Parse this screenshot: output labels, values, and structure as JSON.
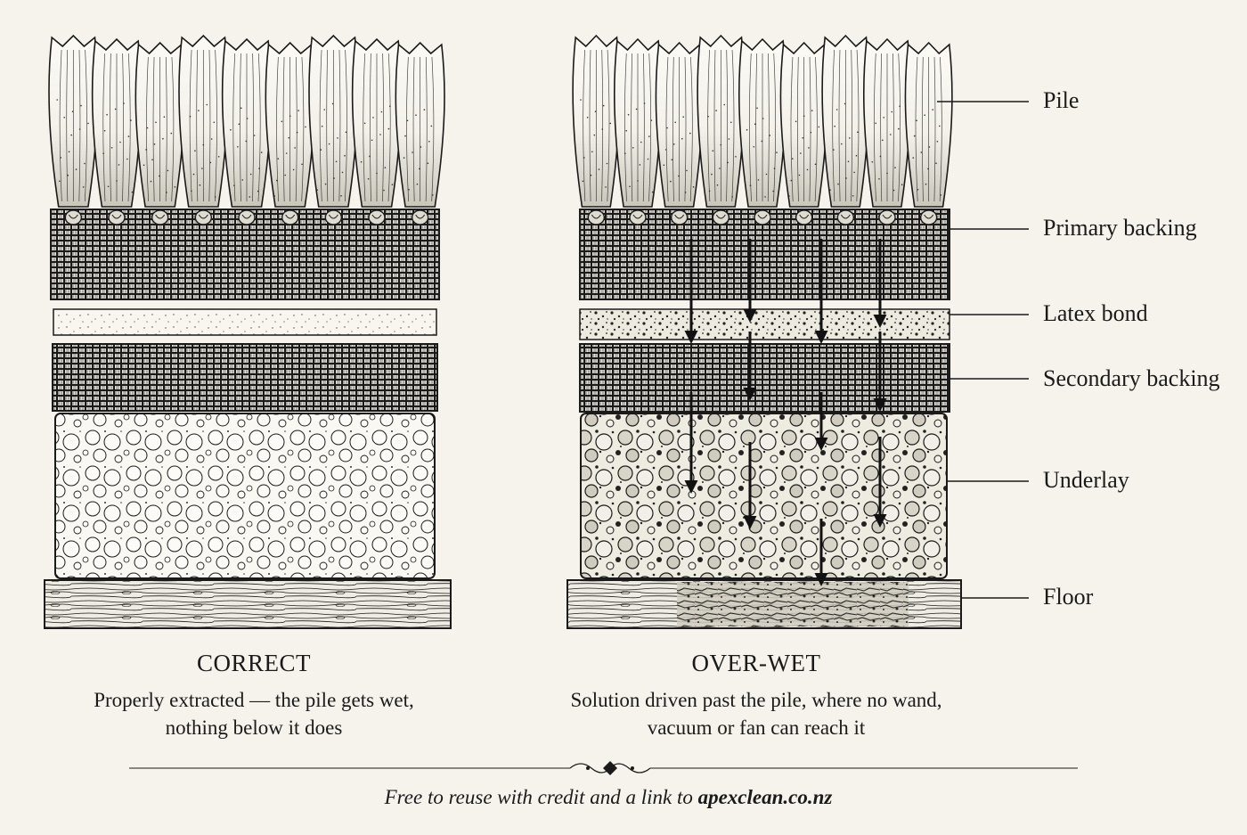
{
  "panels": [
    {
      "id": "correct",
      "title": "CORRECT",
      "description_line1": "Properly extracted — the pile gets wet,",
      "description_line2": "nothing below it does"
    },
    {
      "id": "over-wet",
      "title": "OVER-WET",
      "description_line1": "Solution driven past the pile, where no wand,",
      "description_line2": "vacuum or fan can reach it"
    }
  ],
  "layers": {
    "pile": "Pile",
    "primary_backing": "Primary backing",
    "latex_bond": "Latex bond",
    "secondary_backing": "Secondary backing",
    "underlay": "Underlay",
    "floor": "Floor"
  },
  "footer": {
    "prefix": "Free to reuse with credit and a link to ",
    "link": "apexclean.co.nz"
  },
  "colors": {
    "background": "#f5f3ec",
    "ink": "#1a1a1a",
    "fill": "#faf9f4"
  }
}
